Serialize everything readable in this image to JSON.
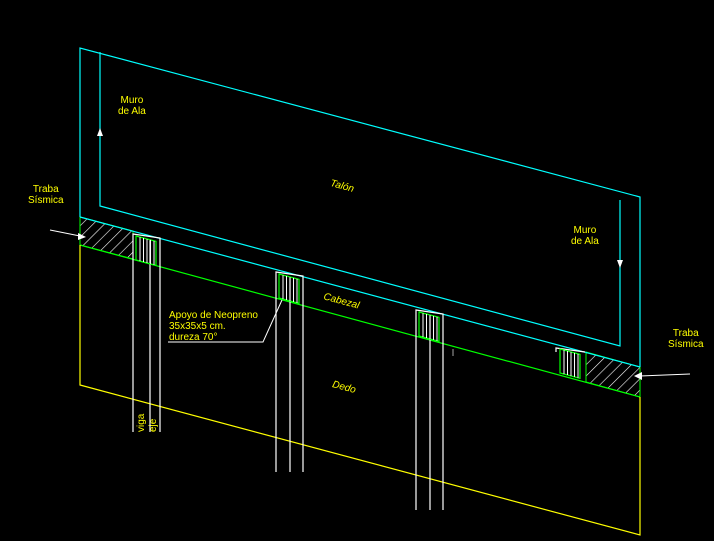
{
  "labels": {
    "muro_ala_left": "Muro\nde Ala",
    "muro_ala_right": "Muro\nde Ala",
    "traba_left": "Traba\nSísmica",
    "traba_right": "Traba\nSísmica",
    "talon": "Talón",
    "cabezal": "Cabezal",
    "dedo": "Dedo",
    "apoyo": "Apoyo de Neopreno\n35x35x5 cm.\ndureza 70°",
    "viga": "viga",
    "eje": "eje"
  },
  "colors": {
    "cyan": "#00ffff",
    "green": "#00ff00",
    "yellow": "#ffff00",
    "white": "#ffffff"
  }
}
